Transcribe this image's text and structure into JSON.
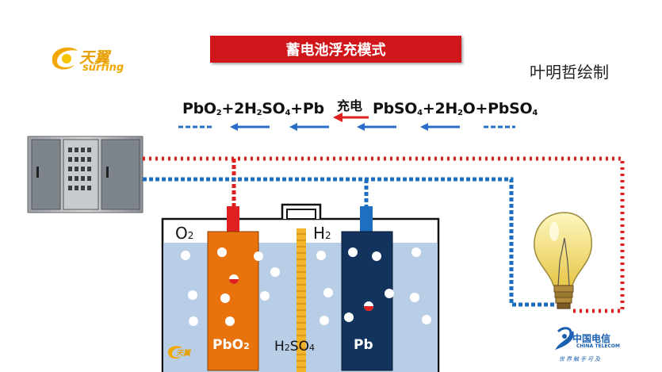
{
  "title": "蓄电池浮充模式",
  "author": "叶明哲绘制",
  "equation": {
    "left_side": "PbO2+2H2SO4+Pb",
    "charge_label": "充电",
    "right_side": "PbSO4+2H2O+PbSO4"
  },
  "labels": {
    "o2": "O",
    "o2_sub": "2",
    "h2": "H",
    "h2_sub": "2",
    "positive_plate": "PbO2",
    "negative_plate": "Pb",
    "electrolyte": "H2SO4"
  },
  "logos": {
    "brand_cn": "天翼",
    "brand_en": "surfing",
    "telecom_cn": "中国电信",
    "telecom_en": "CHINA TELECOM",
    "telecom_slogan": "世界触手可及"
  },
  "colors": {
    "banner": "#d0161b",
    "positive_wire": "#e02020",
    "negative_wire": "#1f6fc0",
    "positive_plate": "#e8730c",
    "negative_plate": "#12335e",
    "electrolyte": "#b8cde6",
    "separator": "#f2b52a"
  }
}
